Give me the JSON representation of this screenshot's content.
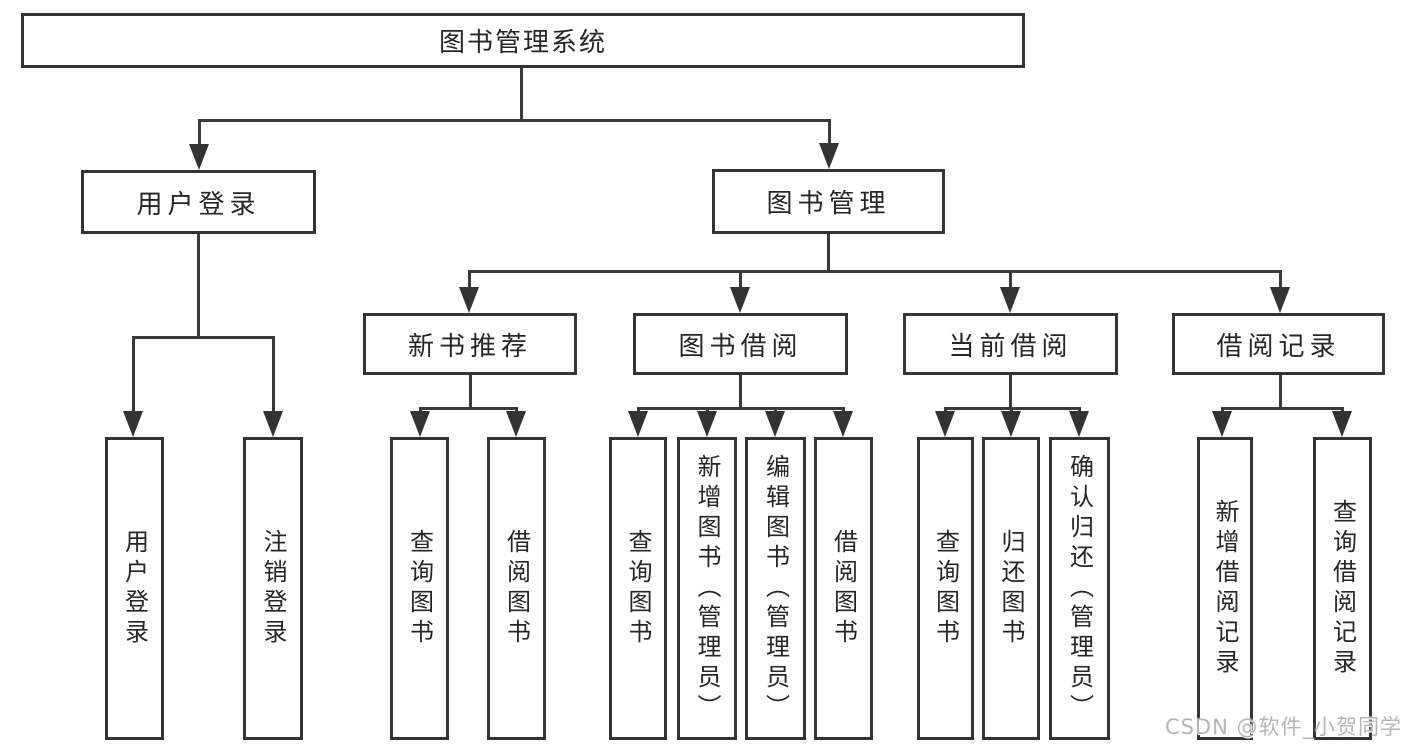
{
  "diagram_title": "图书管理系统",
  "tree": {
    "label": "图书管理系统",
    "children": [
      {
        "label": "用户登录",
        "children": [
          {
            "label": "用户登录"
          },
          {
            "label": "注销登录"
          }
        ]
      },
      {
        "label": "图书管理",
        "children": [
          {
            "label": "新书推荐",
            "children": [
              {
                "label": "查询图书"
              },
              {
                "label": "借阅图书"
              }
            ]
          },
          {
            "label": "图书借阅",
            "children": [
              {
                "label": "查询图书"
              },
              {
                "label": "新增图书（管理员）"
              },
              {
                "label": "编辑图书（管理员）"
              },
              {
                "label": "借阅图书"
              }
            ]
          },
          {
            "label": "当前借阅",
            "children": [
              {
                "label": "查询图书"
              },
              {
                "label": "归还图书"
              },
              {
                "label": "确认归还（管理员）"
              }
            ]
          },
          {
            "label": "借阅记录",
            "children": [
              {
                "label": "新增借阅记录"
              },
              {
                "label": "查询借阅记录"
              }
            ]
          }
        ]
      }
    ]
  },
  "watermark": {
    "text": "CSDN @软件_小贺同学"
  },
  "colors": {
    "background": "#ffffff",
    "box_border": "#333333",
    "line": "#3a3a3a",
    "text": "#262626",
    "watermark": "#b5b5b5"
  }
}
